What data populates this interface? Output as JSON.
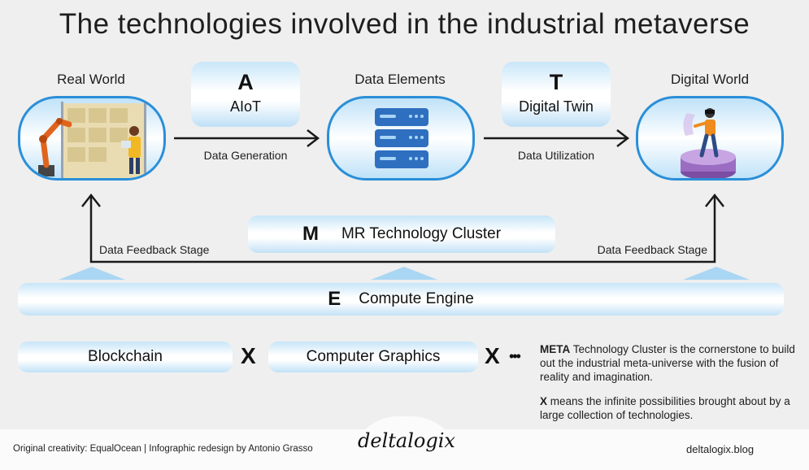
{
  "title": "The technologies involved in the industrial metaverse",
  "nodes": {
    "real_world": "Real World",
    "data_elements": "Data Elements",
    "digital_world": "Digital World"
  },
  "pills": {
    "aiot": {
      "letter": "A",
      "label": "AIoT"
    },
    "twin": {
      "letter": "T",
      "label": "Digital Twin"
    },
    "mr": {
      "letter": "M",
      "label": "MR Technology Cluster"
    },
    "engine": {
      "letter": "E",
      "label": "Compute Engine"
    }
  },
  "arrows": {
    "generation": "Data Generation",
    "utilization": "Data Utilization",
    "feedback_left": "Data Feedback Stage",
    "feedback_right": "Data Feedback Stage"
  },
  "base": {
    "blockchain": "Blockchain",
    "graphics": "Computer Graphics",
    "x1": "X",
    "x2": "X",
    "ellipsis": "•••"
  },
  "notes": {
    "meta_bold": "META",
    "meta_rest": " Technology Cluster is the cornerstone to build out the industrial meta-universe with the fusion of reality and imagination.",
    "x_bold": "X",
    "x_rest": " means the infinite possibilities brought about by a large collection of technologies."
  },
  "footer": {
    "credit": "Original creativity: EqualOcean | Infographic redesign by Antonio Grasso",
    "logo": "deltalogix",
    "site": "deltalogix.blog"
  },
  "colors": {
    "accent_blue": "#2a8fd8",
    "pill_light": "#c8e6f8",
    "server_blue": "#2f6fc0",
    "arrow": "#1a1a1a"
  }
}
